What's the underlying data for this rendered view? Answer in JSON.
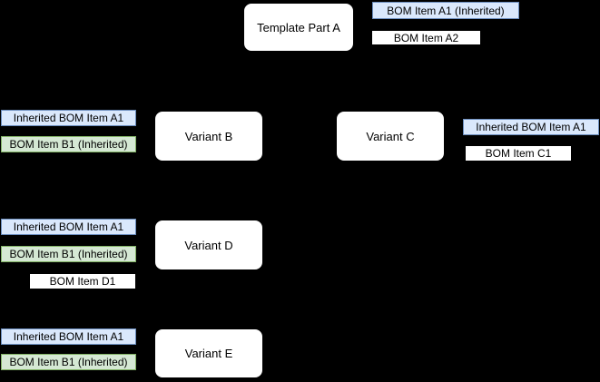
{
  "diagram": {
    "background_color": "#000000",
    "legend_colors": {
      "inherited_blue_fill": "#dae8fc",
      "inherited_blue_border": "#6c8ebf",
      "own_green_fill": "#d5e8d4",
      "own_green_border": "#82b366",
      "plain_white_fill": "#ffffff",
      "node_fill": "#ffffff",
      "text_color": "#000000"
    },
    "nodes": [
      {
        "label": "Template Part A"
      },
      {
        "label": "Variant B"
      },
      {
        "label": "Variant C"
      },
      {
        "label": "Variant D"
      },
      {
        "label": "Variant E"
      }
    ],
    "bom_labels": [
      {
        "text": "BOM Item A1 (Inherited)",
        "style": "inherited-blue",
        "attached_to": "Template Part A"
      },
      {
        "text": "BOM Item A2",
        "style": "plain-white",
        "attached_to": "Template Part A"
      },
      {
        "text": "Inherited BOM Item A1",
        "style": "inherited-blue",
        "attached_to": "Variant B"
      },
      {
        "text": "BOM Item B1 (Inherited)",
        "style": "own-green",
        "attached_to": "Variant B"
      },
      {
        "text": "Inherited BOM Item A1",
        "style": "inherited-blue",
        "attached_to": "Variant C"
      },
      {
        "text": "BOM Item C1",
        "style": "plain-white",
        "attached_to": "Variant C"
      },
      {
        "text": "Inherited BOM Item A1",
        "style": "inherited-blue",
        "attached_to": "Variant D"
      },
      {
        "text": "BOM Item B1 (Inherited)",
        "style": "own-green",
        "attached_to": "Variant D"
      },
      {
        "text": "BOM Item D1",
        "style": "plain-white",
        "attached_to": "Variant D"
      },
      {
        "text": "Inherited BOM Item A1",
        "style": "inherited-blue",
        "attached_to": "Variant E"
      },
      {
        "text": "BOM Item B1 (Inherited)",
        "style": "own-green",
        "attached_to": "Variant E"
      }
    ]
  }
}
